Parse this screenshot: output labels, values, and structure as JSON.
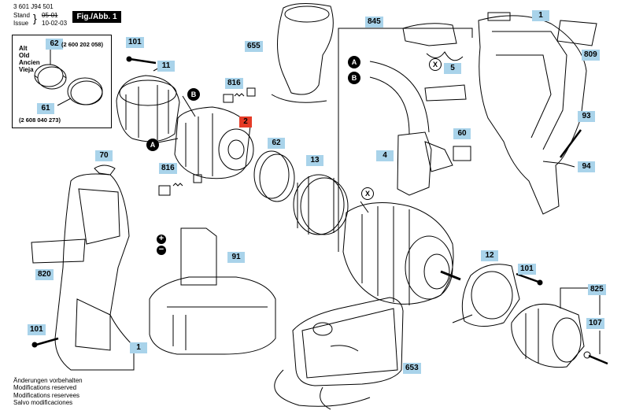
{
  "header": {
    "doc_number": "3 601 J94 501",
    "stand_label": "Stand",
    "issue_label": "Issue",
    "stand_old_date": "05-01",
    "issue_date": "10-02-03",
    "fig_label": "Fig./Abb. 1"
  },
  "old_new_box": {
    "languages": [
      "Alt",
      "Old",
      "Ancien",
      "Vieja"
    ],
    "top_part_number": "(2 600 202 058)",
    "bottom_part_number": "(2 608 040 273)",
    "top_tag": "62",
    "bottom_tag": "61"
  },
  "tags": [
    {
      "id": "t101a",
      "text": "101"
    },
    {
      "id": "t11",
      "text": "11"
    },
    {
      "id": "t655",
      "text": "655"
    },
    {
      "id": "t845",
      "text": "845"
    },
    {
      "id": "t1a",
      "text": "1"
    },
    {
      "id": "t809",
      "text": "809"
    },
    {
      "id": "t816a",
      "text": "816"
    },
    {
      "id": "t2",
      "text": "2"
    },
    {
      "id": "t62",
      "text": "62"
    },
    {
      "id": "t5",
      "text": "5"
    },
    {
      "id": "t60",
      "text": "60"
    },
    {
      "id": "t93",
      "text": "93"
    },
    {
      "id": "t4",
      "text": "4"
    },
    {
      "id": "t94",
      "text": "94"
    },
    {
      "id": "t70",
      "text": "70"
    },
    {
      "id": "t816b",
      "text": "816"
    },
    {
      "id": "t13",
      "text": "13"
    },
    {
      "id": "t91",
      "text": "91"
    },
    {
      "id": "t820",
      "text": "820"
    },
    {
      "id": "t12",
      "text": "12"
    },
    {
      "id": "t101b",
      "text": "101"
    },
    {
      "id": "t825",
      "text": "825"
    },
    {
      "id": "t107",
      "text": "107"
    },
    {
      "id": "t101c",
      "text": "101"
    },
    {
      "id": "t1b",
      "text": "1"
    },
    {
      "id": "t653",
      "text": "653"
    }
  ],
  "markers": {
    "a1": "A",
    "b1": "B",
    "a2": "A",
    "b2": "B",
    "x1": "X",
    "x2": "X",
    "plus": "+",
    "minus": "−"
  },
  "footer": [
    "Änderungen vorbehalten",
    "Modifications reserved",
    "Modifications reservees",
    "Salvo modificaciones"
  ]
}
